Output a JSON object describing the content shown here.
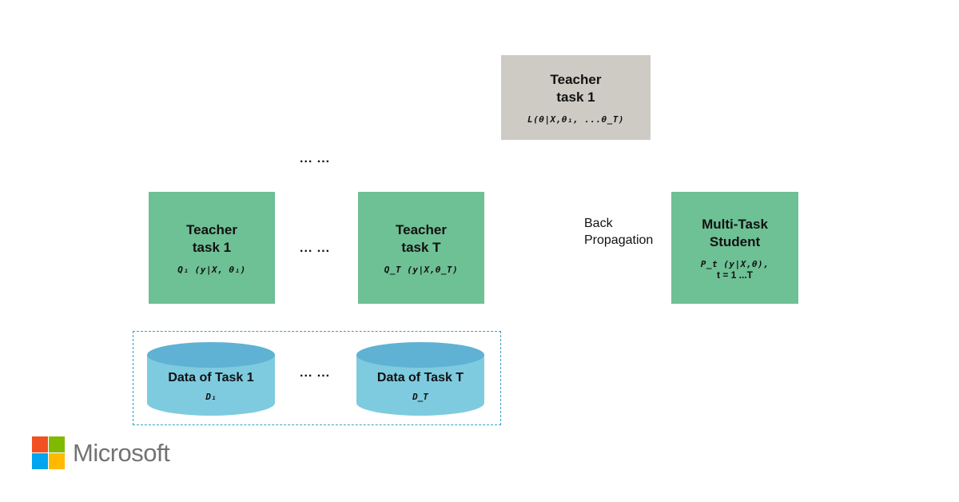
{
  "teacher_top": {
    "title_line1": "Teacher",
    "title_line2": "task 1",
    "formula": "L(θ|X,θ₁, ...θ_T)"
  },
  "dots_top": "... ...",
  "teacher_1": {
    "title_line1": "Teacher",
    "title_line2": "task 1",
    "formula": "Q₁ (y|X, θ₁)"
  },
  "dots_middle": "... ...",
  "teacher_t": {
    "title_line1": "Teacher",
    "title_line2": "task T",
    "formula": "Q_T (y|X,θ_T)"
  },
  "back_propagation": {
    "line1": "Back",
    "line2": "Propagation"
  },
  "student": {
    "title_line1": "Multi-Task",
    "title_line2": "Student",
    "formula": "P_t (y|X,θ),",
    "range": "t = 1 ...T"
  },
  "data_1": {
    "title": "Data of Task 1",
    "symbol": "D₁"
  },
  "dots_bottom": "... ...",
  "data_t": {
    "title": "Data of Task T",
    "symbol": "D_T"
  },
  "logo": {
    "text": "Microsoft",
    "colors": [
      "#f25022",
      "#7fba00",
      "#00a4ef",
      "#ffb900"
    ]
  },
  "colors": {
    "teacher_gray": "#cdcbc4",
    "teacher_green": "#6ec095",
    "cylinder_body": "#7ecbe0",
    "cylinder_top": "#5fb2d3",
    "dashed_border": "#3b9ec7"
  }
}
